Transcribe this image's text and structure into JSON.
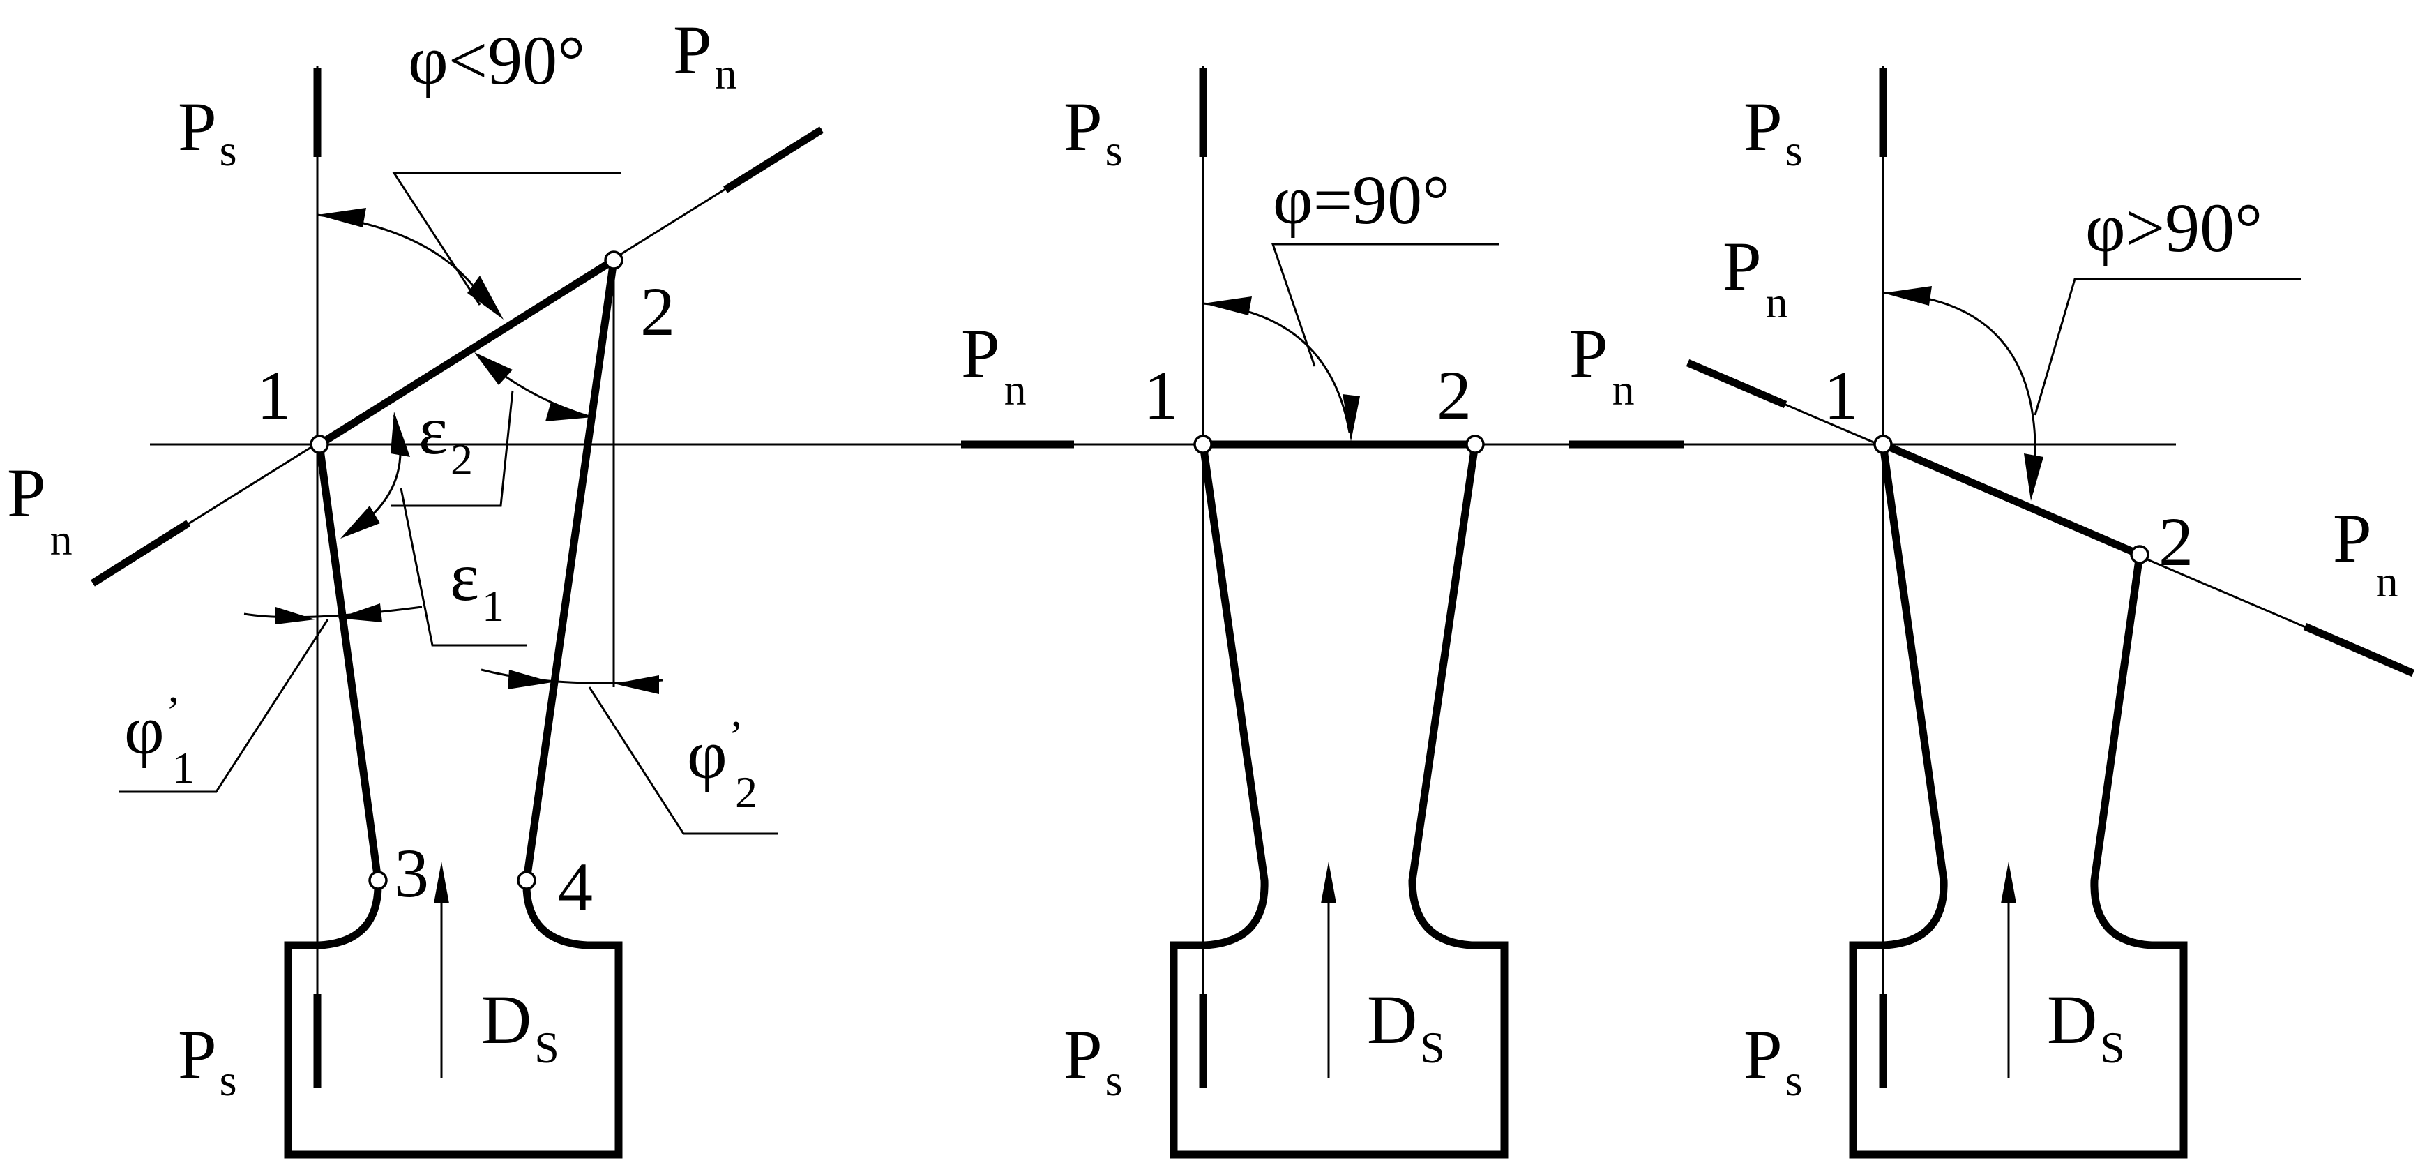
{
  "labels": {
    "ps": "P",
    "ps_sub": "s",
    "pn": "P",
    "pn_sub": "n",
    "ds": "D",
    "ds_sub": "S",
    "p1": "1",
    "p2": "2",
    "p3": "3",
    "p4": "4",
    "eps": "ε",
    "eps1_sub": "1",
    "eps2_sub": "2",
    "phi": "φ",
    "prime": "’",
    "phi1_sub": "1",
    "phi2_sub": "2"
  },
  "panels": [
    {
      "angle_label": "φ<90°"
    },
    {
      "angle_label": "φ=90°"
    },
    {
      "angle_label": "φ>90°"
    }
  ]
}
